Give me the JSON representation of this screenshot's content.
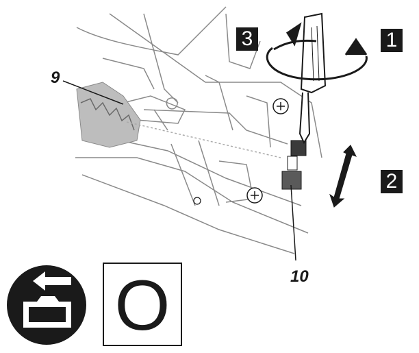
{
  "steps": {
    "one": "1",
    "two": "2",
    "three": "3"
  },
  "callouts": {
    "nine": "9",
    "ten": "10"
  },
  "mode_letter": "O",
  "icons": {
    "remove_battery": "battery-remove-icon"
  },
  "colors": {
    "ink": "#1a1a1a",
    "line": "#8a8a8a",
    "blade": "#bdbdbd"
  }
}
